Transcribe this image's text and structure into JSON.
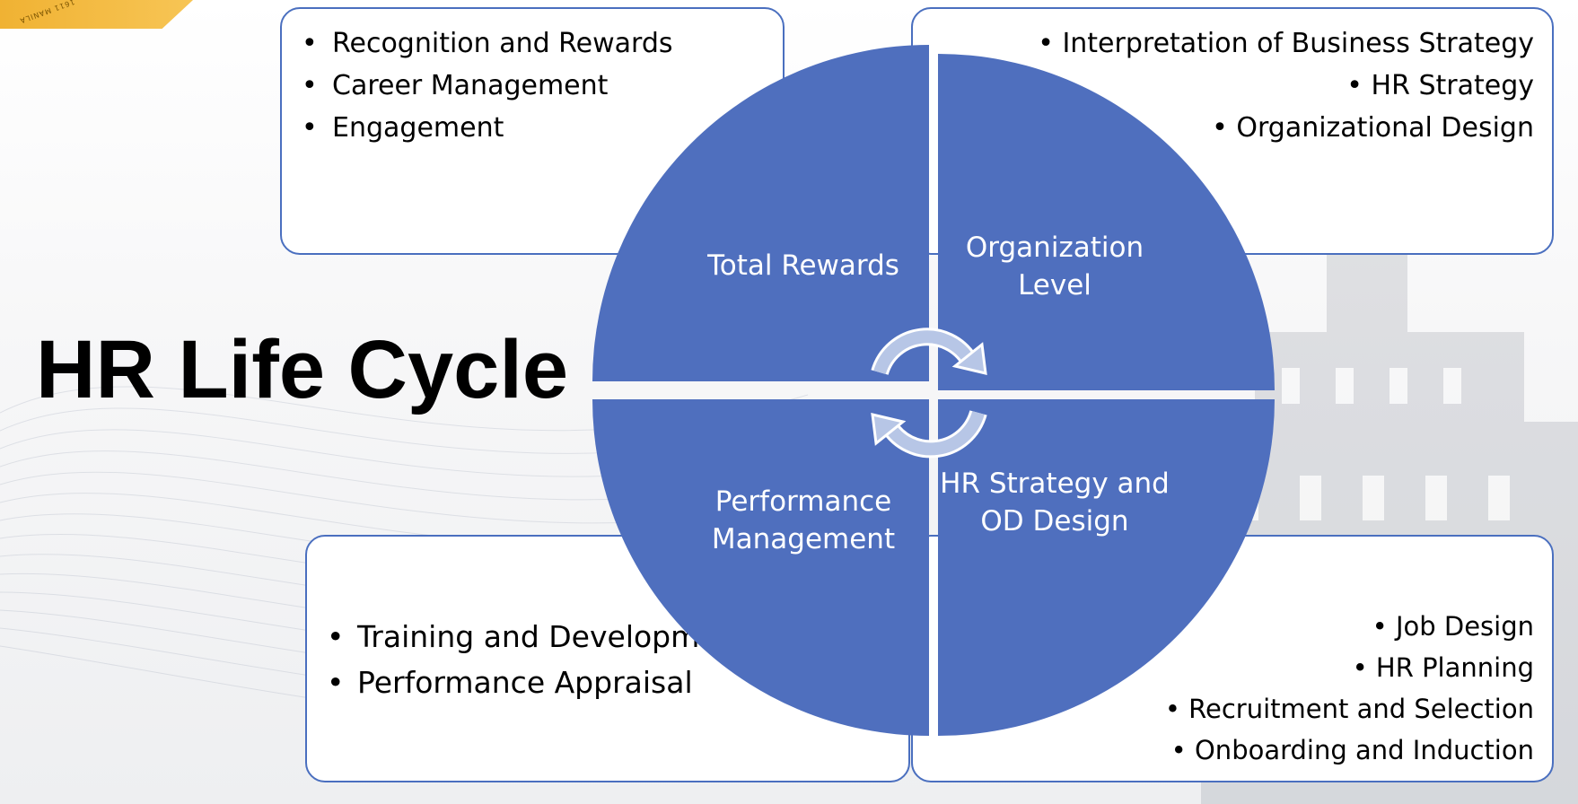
{
  "title": "HR Life Cycle",
  "quadrants": {
    "top_left": "Total Rewards",
    "top_right": "Organization Level",
    "bottom_left": "Performance Management",
    "bottom_right": "HR Strategy and OD Design"
  },
  "boxes": {
    "top_left": [
      "Recognition and Rewards",
      "Career Management",
      "Engagement"
    ],
    "top_right": [
      "Interpretation of Business Strategy",
      "HR Strategy",
      "Organizational Design"
    ],
    "bottom_left": [
      "Training and Development",
      "Performance Appraisal"
    ],
    "bottom_right": [
      "Job Design",
      "HR Planning",
      "Recruitment and Selection",
      "Onboarding and Induction"
    ]
  },
  "logo_text": "1611 MANILA",
  "colors": {
    "wheel_fill": "#4f6fbe",
    "box_border": "#4a6fbf",
    "label_text": "#ffffff",
    "logo_gold": "#f0b233"
  }
}
